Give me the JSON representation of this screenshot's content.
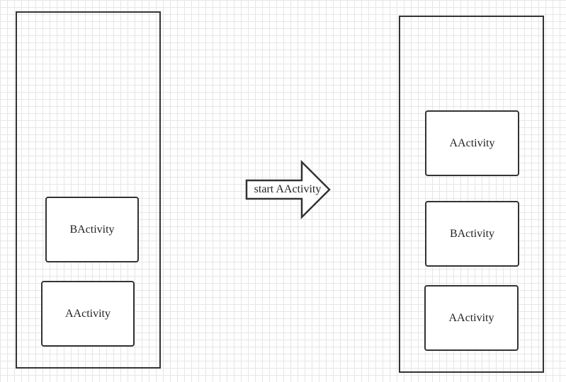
{
  "before_stack": {
    "top_activity": "BActivity",
    "bottom_activity": "AActivity"
  },
  "transition": {
    "label": "start AActivity"
  },
  "after_stack": {
    "top_activity": "AActivity",
    "middle_activity": "BActivity",
    "bottom_activity": "AActivity"
  },
  "colors": {
    "stroke": "#333333",
    "grid": "#e6e6e6",
    "background": "#ffffff"
  }
}
